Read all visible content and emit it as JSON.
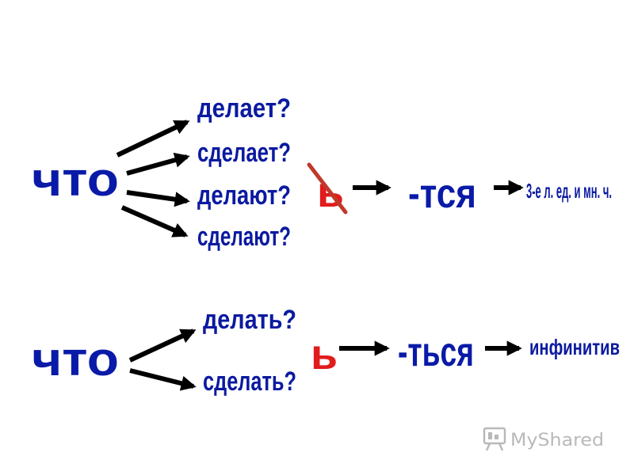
{
  "top_group": {
    "source_word": "что",
    "branches": [
      "делает?",
      "сделает?",
      "делают?",
      "сделают?"
    ],
    "soft_sign": "ь",
    "soft_sign_crossed": true,
    "suffix": "-тся",
    "result": "3-е л. ед. и мн. ч."
  },
  "bottom_group": {
    "source_word": "что",
    "branches": [
      "делать?",
      "сделать?"
    ],
    "soft_sign": "ь",
    "soft_sign_crossed": false,
    "suffix": "-ться",
    "result": "инфинитив"
  },
  "watermark": {
    "brand": "MyShared",
    "icon": "presentation-board-icon"
  },
  "colors": {
    "text_blue": "#0a1aa8",
    "soft_sign_red": "#e21b1b",
    "arrow": "#000000",
    "watermark_gray": "#b9b9b9"
  }
}
